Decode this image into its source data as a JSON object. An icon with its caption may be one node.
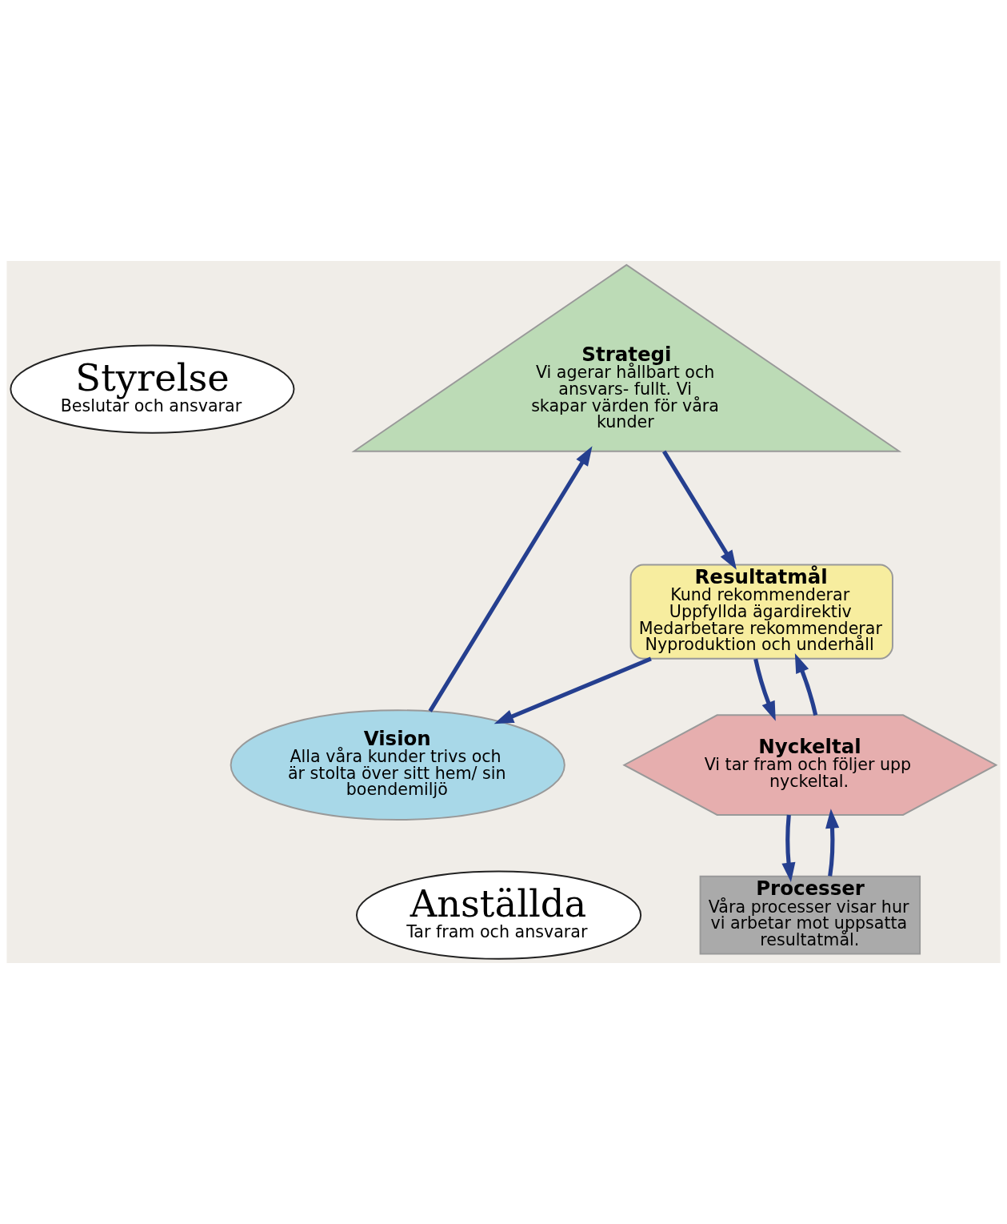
{
  "diagram": {
    "nodes": [
      {
        "text": [
          "Vision",
          "Alla våra kunder trivs och är stolta över sitt hem/ sin boendemiljö"
        ]
      },
      {
        "text": [
          "Strategi",
          "Vi agerar hållbart och ansvars- fullt. Vi skapar värden för våra kunder"
        ]
      },
      {
        "text": [
          "Styrelse",
          "Beslutar och ansvarar"
        ]
      },
      {
        "text": [
          "Resultatmål",
          "Kund rekommenderar",
          "Uppfyllda ägardirektiv",
          "Medarbetare rekommenderar",
          "Nyproduktion och underhåll"
        ]
      },
      {
        "text": [
          "Nyckeltal",
          "Vi tar fram och följer upp nyckeltal."
        ]
      },
      {
        "text": [
          "Anställda",
          "Tar fram och ansvarar"
        ]
      },
      {
        "text": [
          "Processer",
          "Våra processer visar hur vi arbetar mot uppsatta resultatmål."
        ]
      }
    ],
    "edges": [
      {
        "from": 0,
        "to": 1,
        "arrow": "to"
      },
      {
        "from": 1,
        "to": 3,
        "arrow": "to"
      },
      {
        "from": 3,
        "to": 4,
        "arrow": "to"
      },
      {
        "from": 4,
        "to": 6,
        "arrow": "to"
      },
      {
        "from": 6,
        "to": 4,
        "arrow": "to"
      },
      {
        "from": 4,
        "to": 3,
        "arrow": "to"
      },
      {
        "from": 3,
        "to": 0,
        "arrow": "to"
      }
    ]
  }
}
